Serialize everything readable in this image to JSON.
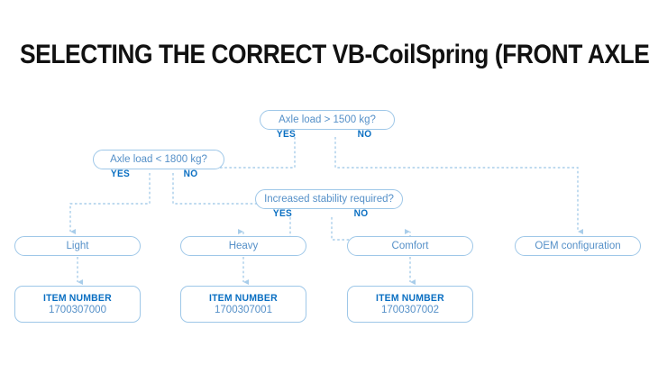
{
  "page": {
    "title": "SELECTING THE CORRECT VB-CoilSpring (FRONT AXLE)",
    "background_color": "#FFFFFF"
  },
  "colors": {
    "title_text": "#111111",
    "accent_blue": "#0A6FC2",
    "node_text": "#5590C8",
    "node_border": "#9EC7E8",
    "connector": "#A8CDEA"
  },
  "flowchart": {
    "type": "decision-tree",
    "decisions": [
      {
        "id": "d1",
        "label": "Axle load > 1500 kg?",
        "yes_label": "YES",
        "no_label": "NO",
        "yes_target": "d2",
        "no_target": "r4"
      },
      {
        "id": "d2",
        "label": "Axle load < 1800 kg?",
        "yes_label": "YES",
        "no_label": "NO",
        "yes_target": "r1",
        "no_target": "d3"
      },
      {
        "id": "d3",
        "label": "Increased stability required?",
        "yes_label": "YES",
        "no_label": "NO",
        "yes_target": "r2",
        "no_target": "r3"
      }
    ],
    "results": [
      {
        "id": "r1",
        "label": "Light",
        "item_target": "i1"
      },
      {
        "id": "r2",
        "label": "Heavy",
        "item_target": "i2"
      },
      {
        "id": "r3",
        "label": "Comfort",
        "item_target": "i3"
      },
      {
        "id": "r4",
        "label": "OEM configuration",
        "item_target": null
      }
    ],
    "items": [
      {
        "id": "i1",
        "title": "ITEM NUMBER",
        "number": "1700307000"
      },
      {
        "id": "i2",
        "title": "ITEM NUMBER",
        "number": "1700307001"
      },
      {
        "id": "i3",
        "title": "ITEM NUMBER",
        "number": "1700307002"
      }
    ]
  }
}
